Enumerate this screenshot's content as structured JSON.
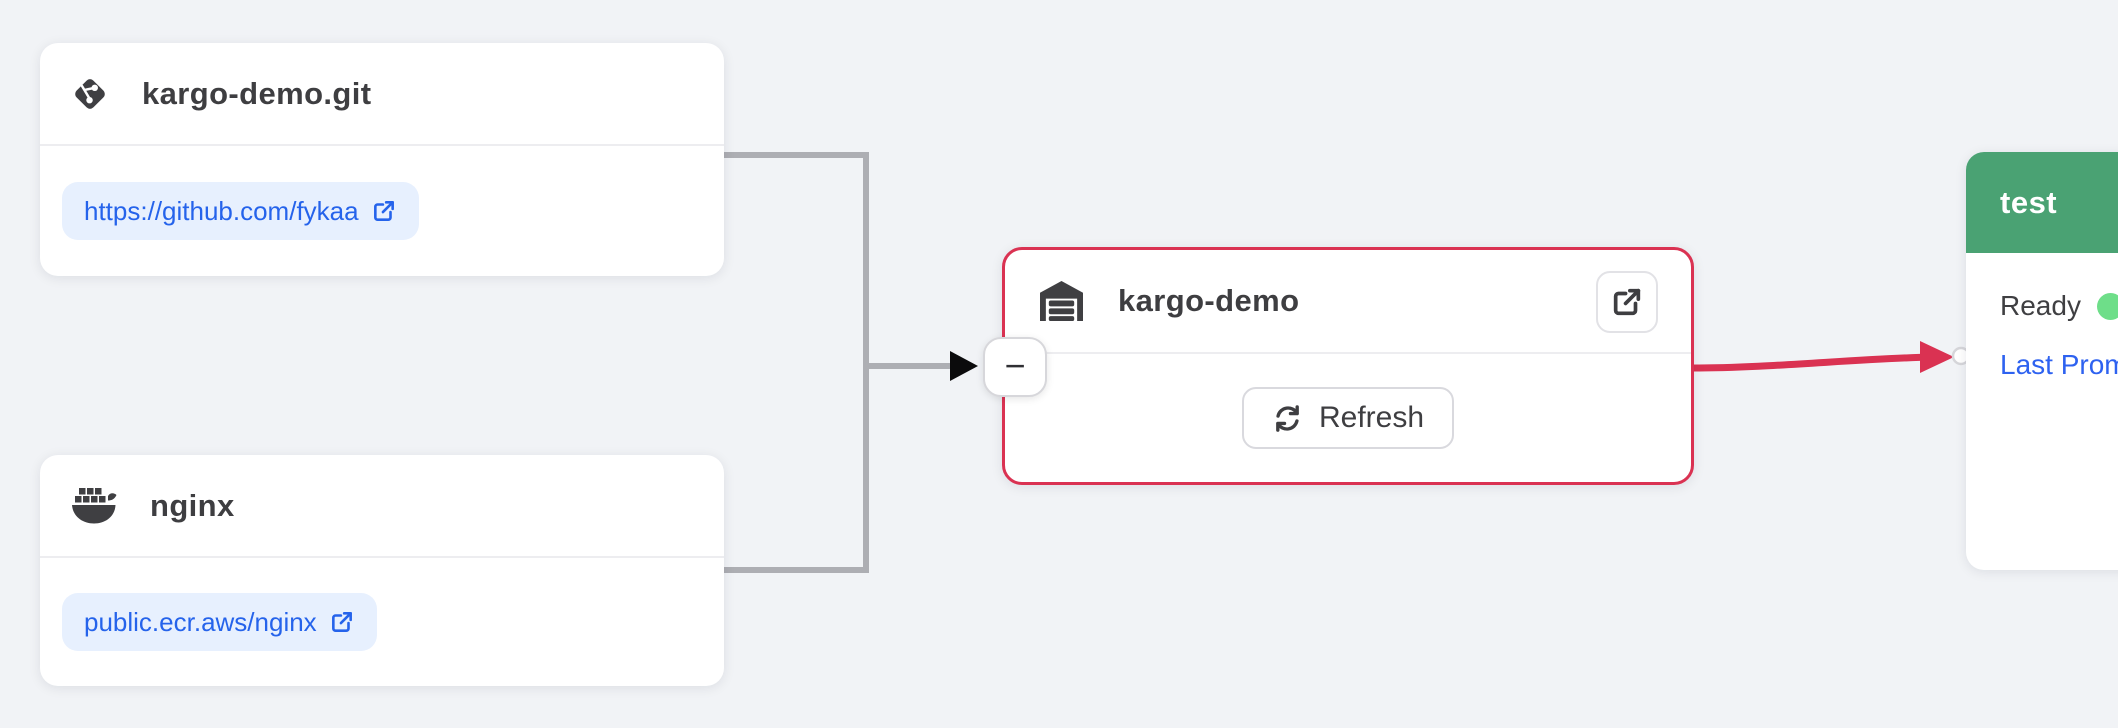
{
  "colors": {
    "background": "#f1f3f6",
    "card_bg": "#ffffff",
    "title_text": "#3e3e41",
    "chip_bg": "#e7f0fe",
    "chip_text_blue": "#2563eb",
    "connector_gray": "#adaeb3",
    "connector_arrow_black": "#0b0b0c",
    "warehouse_selected_red": "#da3252",
    "promote_edge_red": "#da3252",
    "stage_header_green": "#4aa273",
    "ready_dot_green": "#6ede89",
    "link_blue": "#2e62f0"
  },
  "subscriptions": [
    {
      "title": "kargo-demo.git",
      "icon": "git-icon",
      "chip_label": "https://github.com/fykaa"
    },
    {
      "title": "nginx",
      "icon": "docker-icon",
      "chip_label": "public.ecr.aws/nginx"
    }
  ],
  "warehouse": {
    "title": "kargo-demo",
    "icon": "warehouse-icon",
    "refresh_label": "Refresh"
  },
  "collapse": {
    "glyph": "−"
  },
  "stage": {
    "title": "test",
    "status_label": "Ready",
    "last_promotion_label": "Last Promotion"
  }
}
